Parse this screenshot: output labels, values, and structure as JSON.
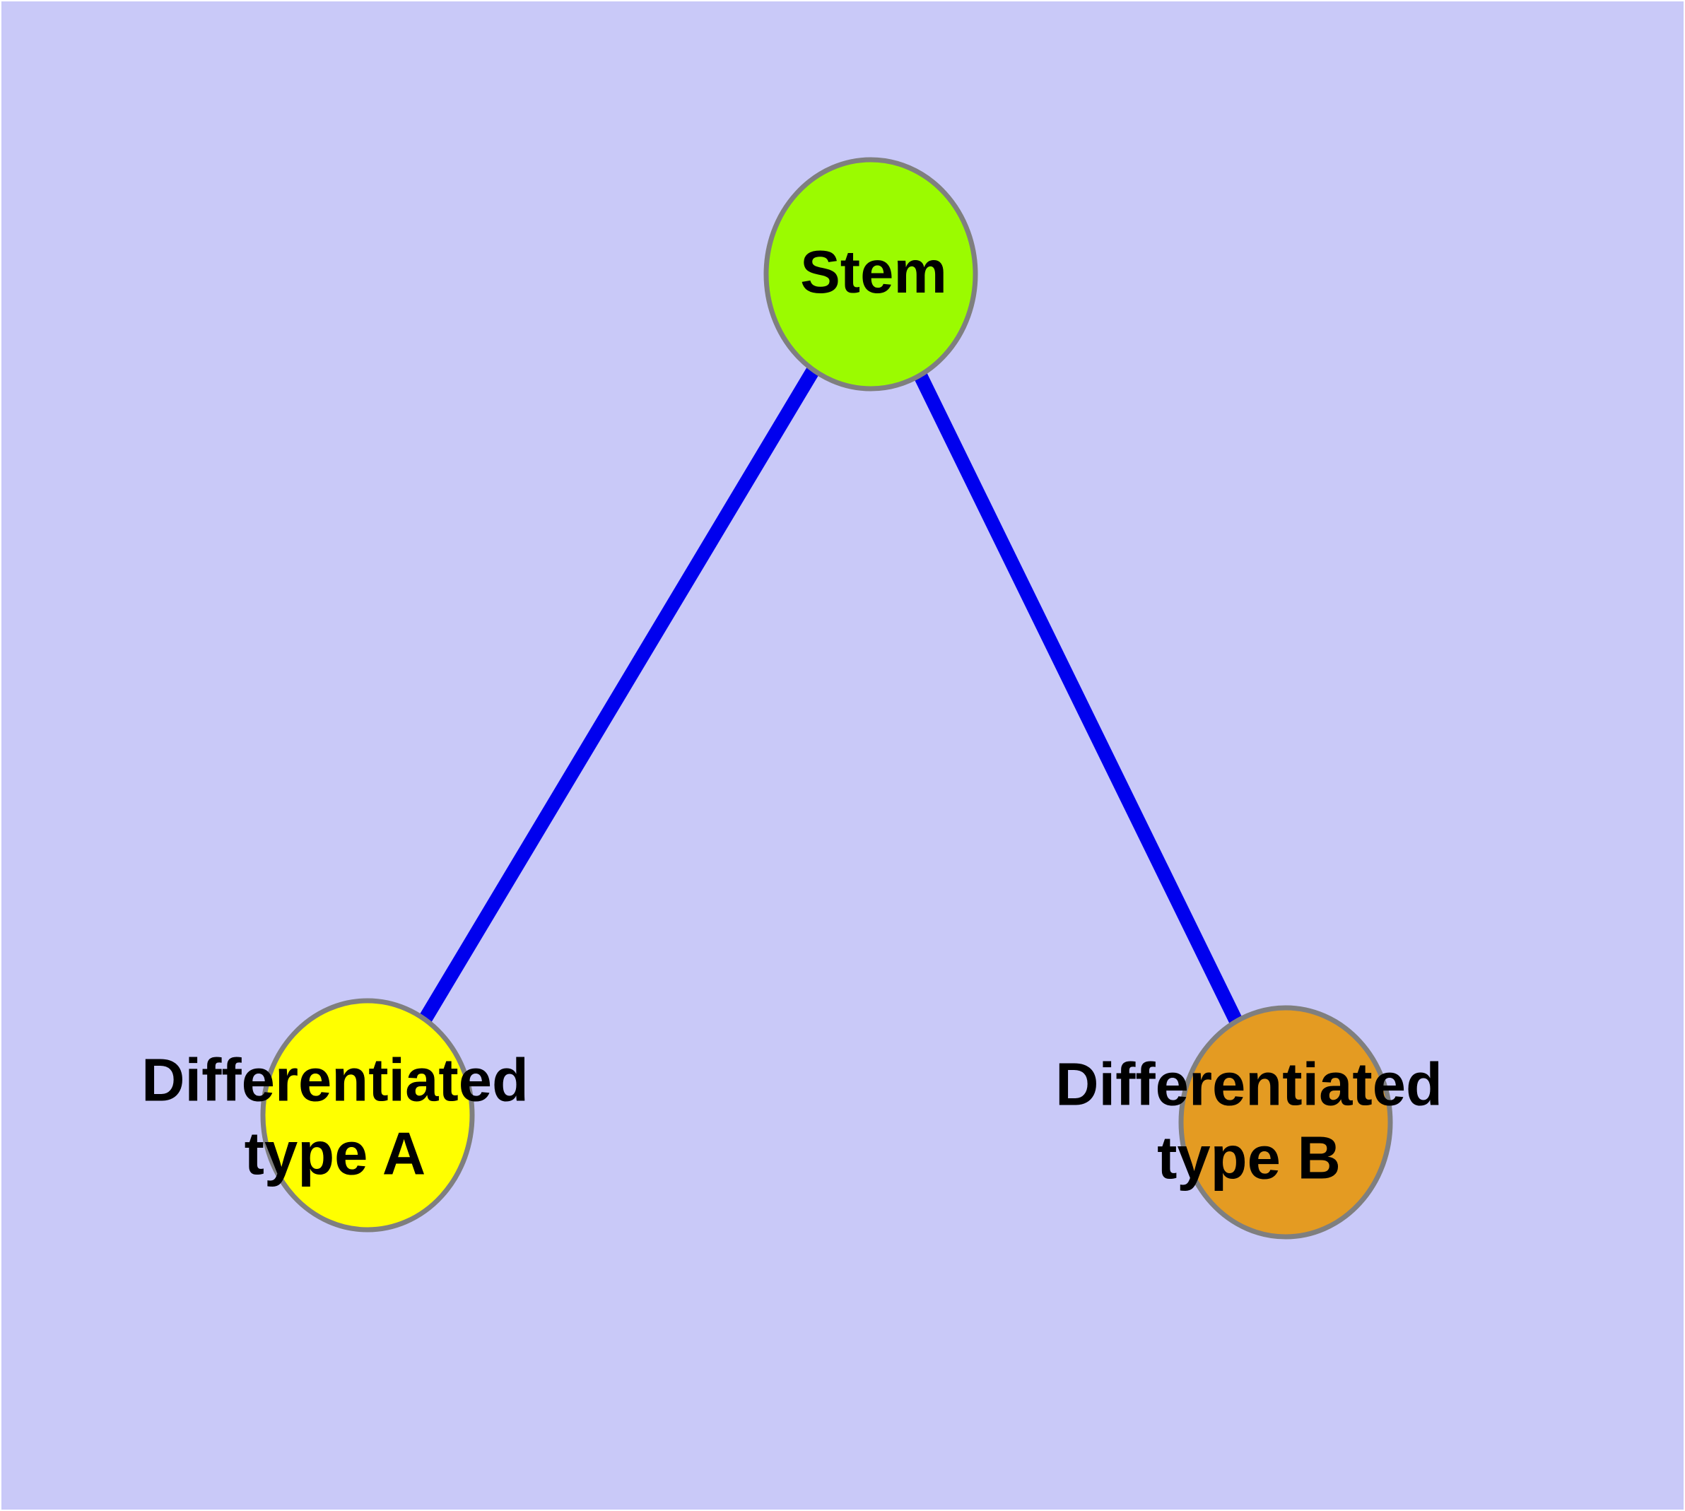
{
  "diagram": {
    "background_color": "#C9C9F8",
    "node_border_color": "#7F7F7F",
    "edge_color": "#0000EE",
    "text_color": "#000000",
    "nodes": [
      {
        "id": "stem",
        "label": "Stem",
        "color": "#9BFB00"
      },
      {
        "id": "differentiated-type-a",
        "label": "Differentiated\ntype A",
        "color": "#FFFF00"
      },
      {
        "id": "differentiated-type-b",
        "label": "Differentiated\ntype B",
        "color": "#E49B22"
      }
    ],
    "edges": [
      {
        "from": "Stem",
        "to": "Differentiated type A"
      },
      {
        "from": "Stem",
        "to": "Differentiated type B"
      }
    ]
  }
}
